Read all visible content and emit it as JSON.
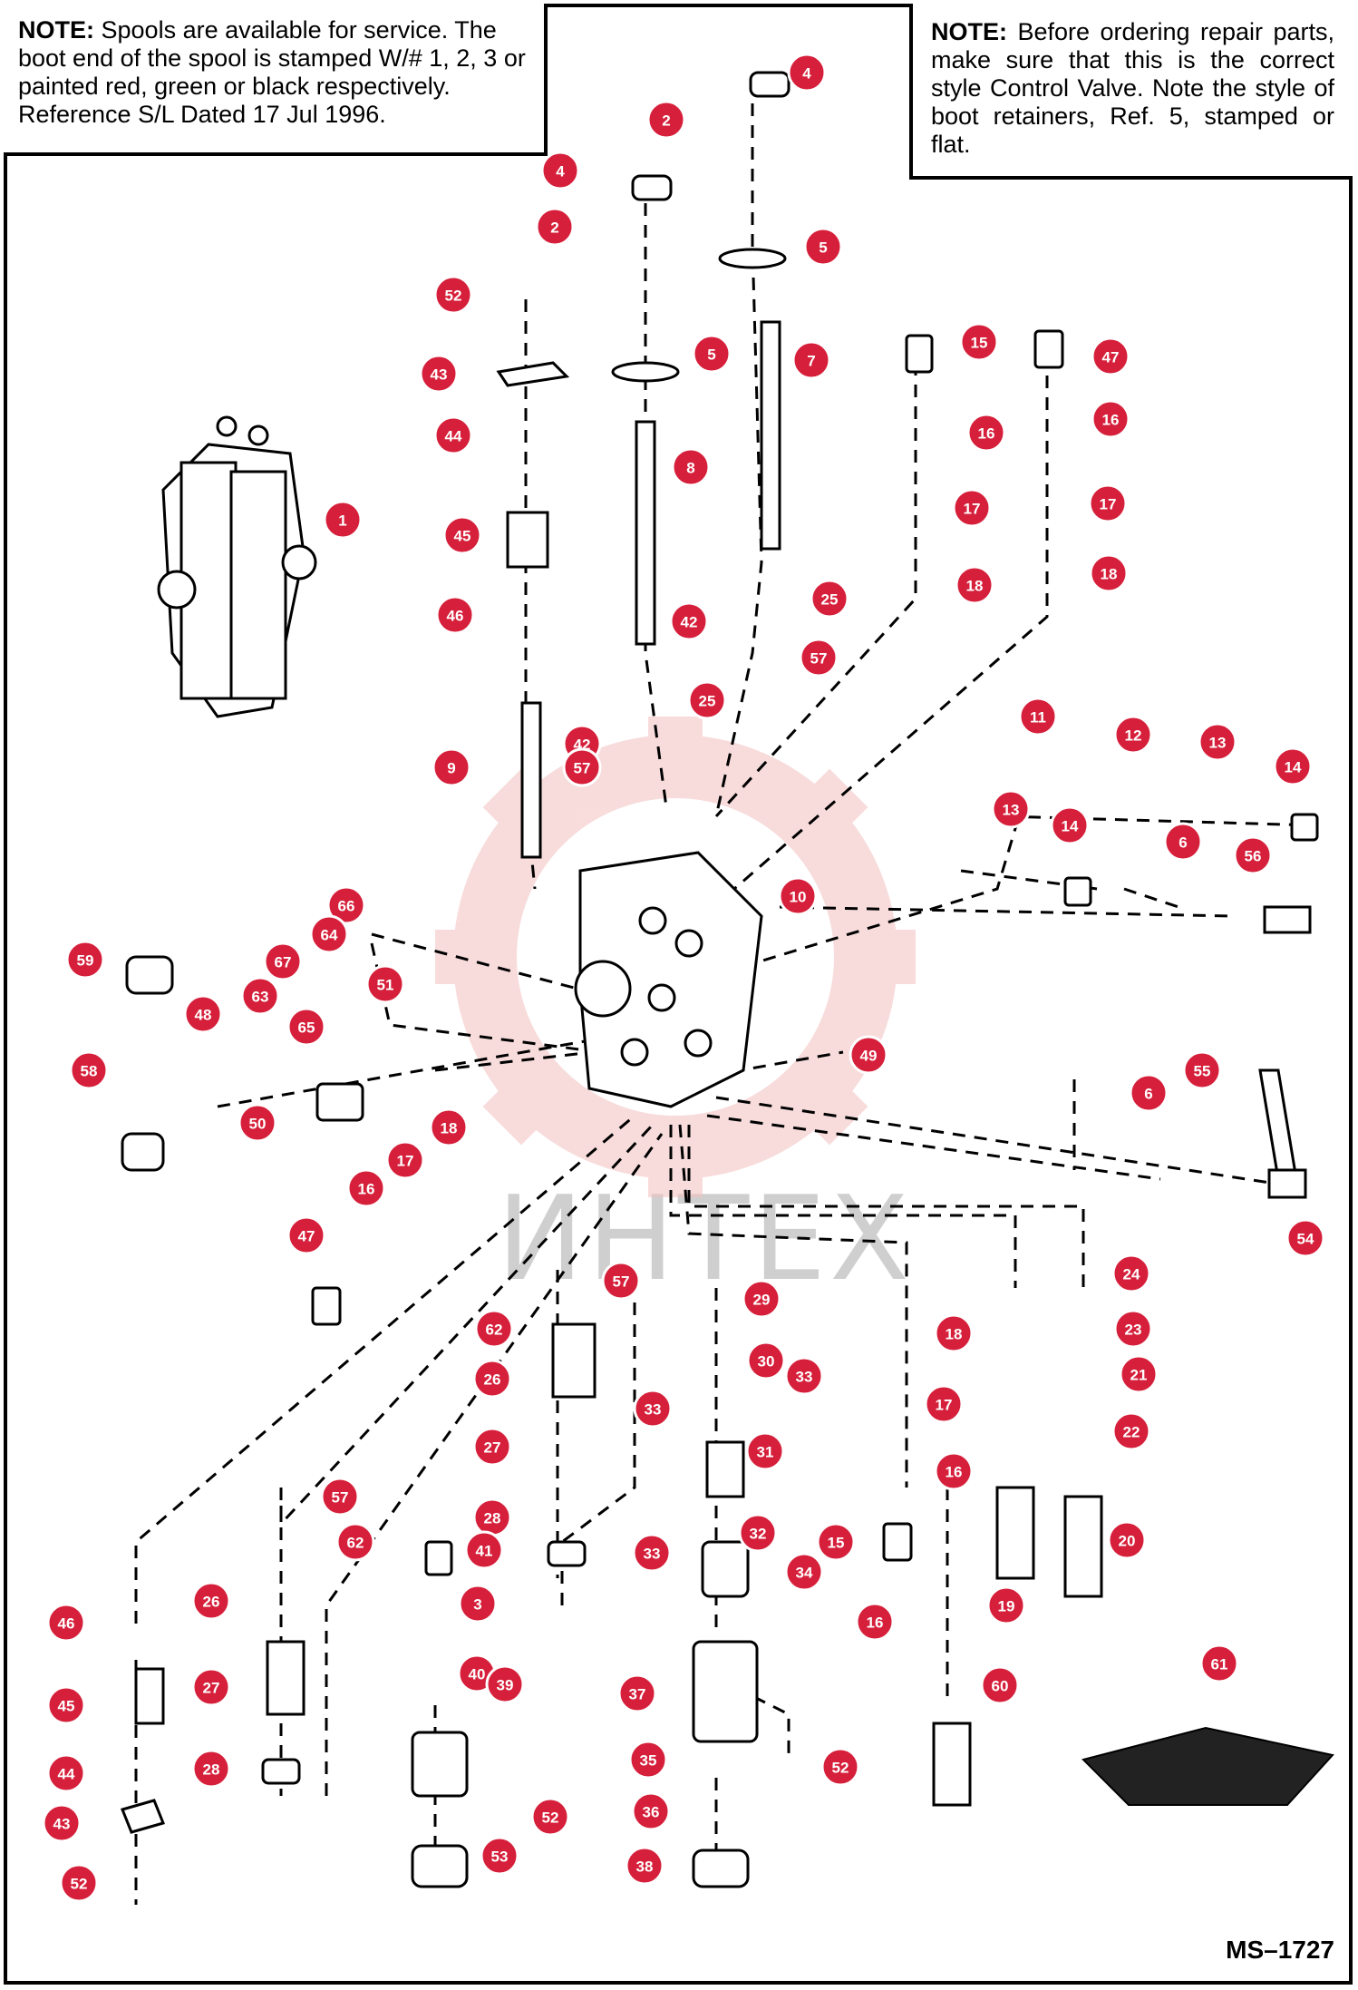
{
  "notes": {
    "left": {
      "label": "NOTE:",
      "text": "Spools are available for service.  The boot end of the spool is stamped W/# 1, 2, 3 or painted red, green or black respectively. Reference S/L Dated 17 Jul 1996."
    },
    "right": {
      "label": "NOTE:",
      "text": "Before ordering repair parts, make sure that this is the correct style Control Valve. Note the style of boot retainers, Ref. 5, stamped or flat."
    }
  },
  "watermark": "ИНТЕХ",
  "drawing_code": "MS–1727",
  "colors": {
    "callout": "#d61f3a",
    "watermark": "#f4c0c0",
    "line": "#000000"
  },
  "callouts": [
    {
      "n": "4"
    },
    {
      "n": "2"
    },
    {
      "n": "4"
    },
    {
      "n": "2"
    },
    {
      "n": "5"
    },
    {
      "n": "52"
    },
    {
      "n": "5"
    },
    {
      "n": "7"
    },
    {
      "n": "43"
    },
    {
      "n": "15"
    },
    {
      "n": "47"
    },
    {
      "n": "44"
    },
    {
      "n": "16"
    },
    {
      "n": "16"
    },
    {
      "n": "8"
    },
    {
      "n": "1"
    },
    {
      "n": "45"
    },
    {
      "n": "17"
    },
    {
      "n": "17"
    },
    {
      "n": "18"
    },
    {
      "n": "18"
    },
    {
      "n": "46"
    },
    {
      "n": "42"
    },
    {
      "n": "25"
    },
    {
      "n": "57"
    },
    {
      "n": "25"
    },
    {
      "n": "42"
    },
    {
      "n": "11"
    },
    {
      "n": "12"
    },
    {
      "n": "13"
    },
    {
      "n": "14"
    },
    {
      "n": "9"
    },
    {
      "n": "57"
    },
    {
      "n": "13"
    },
    {
      "n": "14"
    },
    {
      "n": "6"
    },
    {
      "n": "56"
    },
    {
      "n": "10"
    },
    {
      "n": "66"
    },
    {
      "n": "64"
    },
    {
      "n": "59"
    },
    {
      "n": "67"
    },
    {
      "n": "63"
    },
    {
      "n": "51"
    },
    {
      "n": "48"
    },
    {
      "n": "65"
    },
    {
      "n": "58"
    },
    {
      "n": "49"
    },
    {
      "n": "55"
    },
    {
      "n": "50"
    },
    {
      "n": "6"
    },
    {
      "n": "18"
    },
    {
      "n": "17"
    },
    {
      "n": "16"
    },
    {
      "n": "47"
    },
    {
      "n": "54"
    },
    {
      "n": "57"
    },
    {
      "n": "29"
    },
    {
      "n": "24"
    },
    {
      "n": "62"
    },
    {
      "n": "18"
    },
    {
      "n": "23"
    },
    {
      "n": "30"
    },
    {
      "n": "33"
    },
    {
      "n": "26"
    },
    {
      "n": "21"
    },
    {
      "n": "33"
    },
    {
      "n": "17"
    },
    {
      "n": "27"
    },
    {
      "n": "22"
    },
    {
      "n": "31"
    },
    {
      "n": "16"
    },
    {
      "n": "57"
    },
    {
      "n": "28"
    },
    {
      "n": "62"
    },
    {
      "n": "41"
    },
    {
      "n": "32"
    },
    {
      "n": "33"
    },
    {
      "n": "15"
    },
    {
      "n": "20"
    },
    {
      "n": "34"
    },
    {
      "n": "26"
    },
    {
      "n": "3"
    },
    {
      "n": "19"
    },
    {
      "n": "46"
    },
    {
      "n": "16"
    },
    {
      "n": "40"
    },
    {
      "n": "61"
    },
    {
      "n": "45"
    },
    {
      "n": "27"
    },
    {
      "n": "37"
    },
    {
      "n": "39"
    },
    {
      "n": "60"
    },
    {
      "n": "35"
    },
    {
      "n": "52"
    },
    {
      "n": "28"
    },
    {
      "n": "44"
    },
    {
      "n": "36"
    },
    {
      "n": "43"
    },
    {
      "n": "52"
    },
    {
      "n": "53"
    },
    {
      "n": "38"
    },
    {
      "n": "52"
    }
  ]
}
